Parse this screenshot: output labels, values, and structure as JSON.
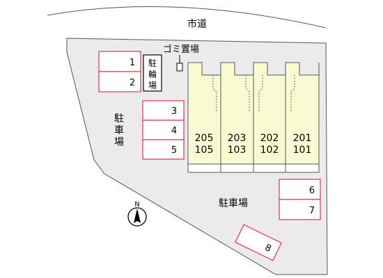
{
  "road_label": "市道",
  "trash_label": "ゴミ置場",
  "bicycle_parking": [
    "駐",
    "輪",
    "場"
  ],
  "parking_left_label": [
    "駐",
    "車",
    "場"
  ],
  "parking_main_label": "駐車場",
  "north_label": "N",
  "parking_spaces": {
    "s1": "1",
    "s2": "2",
    "s3": "3",
    "s4": "4",
    "s5": "5",
    "s6": "6",
    "s7": "7",
    "s8": "8"
  },
  "units": [
    {
      "upper": "205",
      "lower": "105"
    },
    {
      "upper": "203",
      "lower": "103"
    },
    {
      "upper": "202",
      "lower": "102"
    },
    {
      "upper": "201",
      "lower": "101"
    }
  ],
  "colors": {
    "site_fill": "#ebebeb",
    "building_fill": "#fafad2",
    "parking_stroke": "#e0405a",
    "parking_fill": "#ffffff"
  }
}
